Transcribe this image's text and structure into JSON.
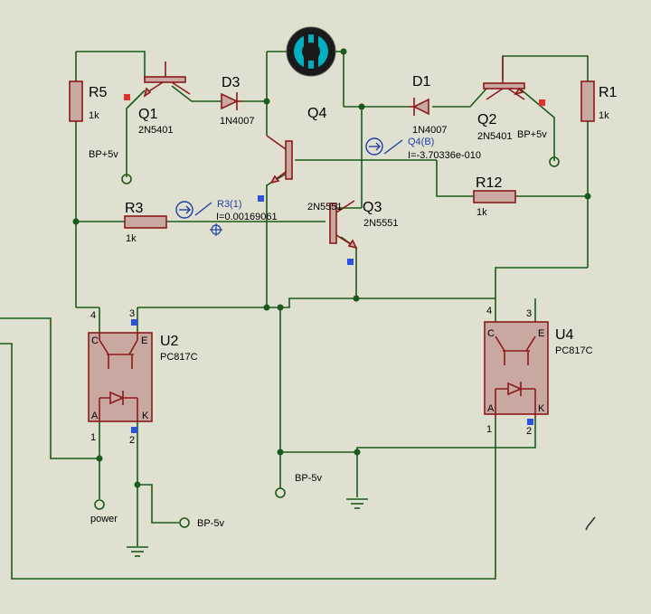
{
  "components": {
    "R5": {
      "ref": "R5",
      "value": "1k"
    },
    "R1": {
      "ref": "R1",
      "value": "1k"
    },
    "R3": {
      "ref": "R3",
      "value": "1k"
    },
    "R12": {
      "ref": "R12",
      "value": "1k"
    },
    "Q1": {
      "ref": "Q1",
      "part": "2N5401"
    },
    "Q2": {
      "ref": "Q2",
      "part": "2N5401"
    },
    "Q3": {
      "ref": "Q3",
      "part": "2N5551",
      "part_top": "2N5551"
    },
    "Q4": {
      "ref": "Q4"
    },
    "D1": {
      "ref": "D1",
      "part": "1N4007"
    },
    "D3": {
      "ref": "D3",
      "part": "1N4007"
    },
    "U2": {
      "ref": "U2",
      "part": "PC817C",
      "pin_c": "C",
      "pin_e": "E",
      "pin_a": "A",
      "pin_k": "K",
      "pin4": "4",
      "pin3": "3",
      "pin1": "1",
      "pin2": "2"
    },
    "U4": {
      "ref": "U4",
      "part": "PC817C",
      "pin_c": "C",
      "pin_e": "E",
      "pin_a": "A",
      "pin_k": "K",
      "pin4": "4",
      "pin3": "3",
      "pin1": "1",
      "pin2": "2"
    }
  },
  "terminals": {
    "bp_plus_left": "BP+5v",
    "bp_plus_right": "BP+5v",
    "bp_minus_mid": "BP-5v",
    "bp_minus_bottom": "BP-5v",
    "power": "power"
  },
  "probes": {
    "r3": {
      "name": "R3(1)",
      "reading": "I=0.00169061"
    },
    "q4": {
      "name": "Q4(B)",
      "reading": "I=-3.70336e-010"
    }
  },
  "colors": {
    "background": "#e0e0d0",
    "wire": "#1a5a1a",
    "component": "#8b1a1a",
    "component_fill": "#c8a8a0",
    "probe": "#1f3fa8",
    "motor": "#00b0c0"
  }
}
